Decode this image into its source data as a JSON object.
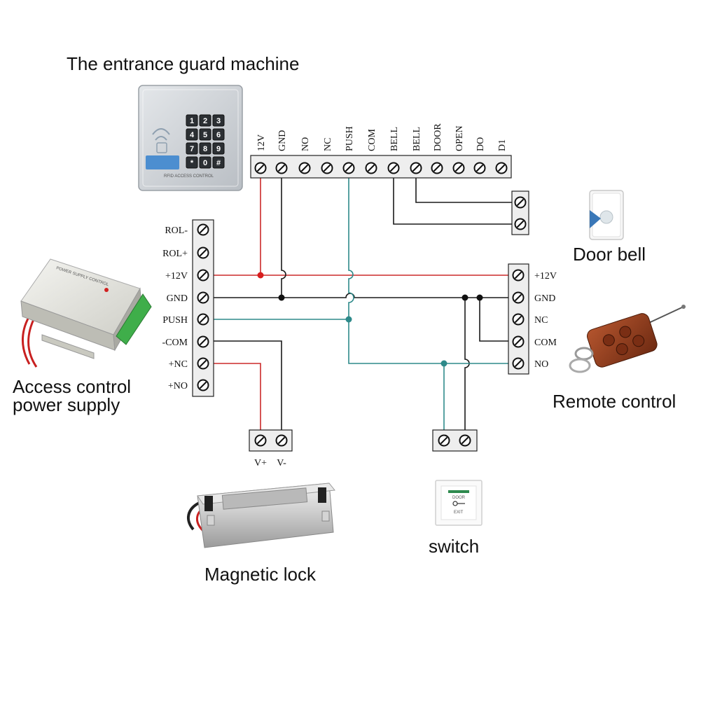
{
  "captions": {
    "keypad": "The entrance guard machine",
    "power_supply_line1": "Access control",
    "power_supply_line2": "power supply",
    "door_bell": "Door bell",
    "remote": "Remote control",
    "lock": "Magnetic lock",
    "switch": "switch"
  },
  "keypad_terminals": [
    "12V",
    "GND",
    "NO",
    "NC",
    "PUSH",
    "COM",
    "BELL",
    "BELL",
    "DOOR",
    "OPEN",
    "DO",
    "D1"
  ],
  "power_terminals": [
    "ROL-",
    "ROL+",
    "+12V",
    "GND",
    "PUSH",
    "-COM",
    "+NC",
    "+NO"
  ],
  "remote_terminals": [
    "+12V",
    "GND",
    "NC",
    "COM",
    "NO"
  ],
  "lock_terminals": [
    "V+",
    "V-"
  ],
  "keypad_device": {
    "keys": [
      "1",
      "2",
      "3",
      "4",
      "5",
      "6",
      "7",
      "8",
      "9",
      "*",
      "0",
      "#"
    ],
    "panel_label": "RFID ACCESS CONTROL"
  },
  "power_device": {
    "panel_label": "POWER SUPPLY CONTROL"
  },
  "switch_device": {
    "line1": "DOOR",
    "line2": "EXIT"
  },
  "colors": {
    "red": "#cc2a2a",
    "teal": "#2e8a8a",
    "black": "#1a1a1a",
    "terminal_bg": "#eeeeee"
  }
}
